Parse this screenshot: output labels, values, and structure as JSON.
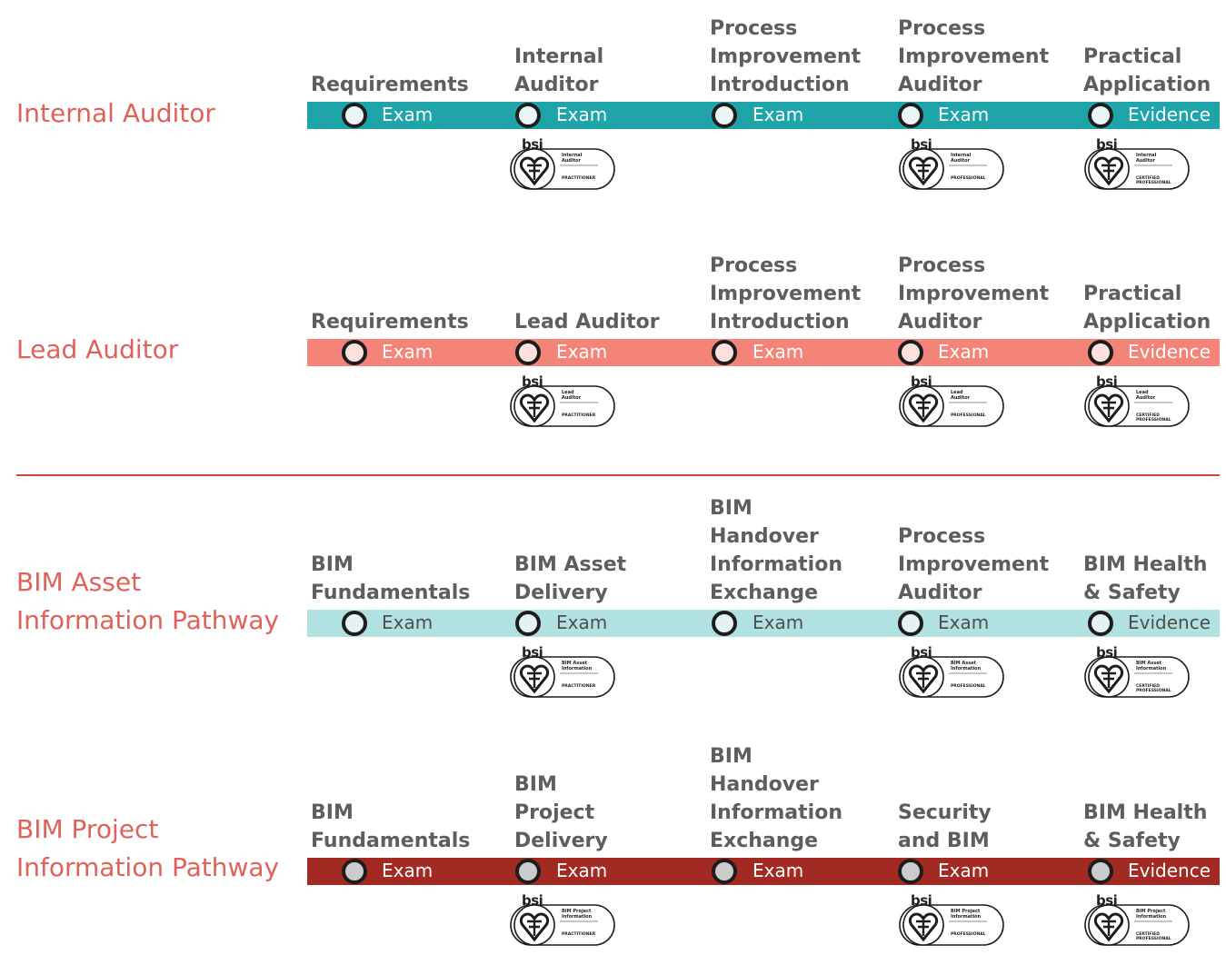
{
  "colors": {
    "title": "#e0615a",
    "step_text": "#5e5e5e",
    "divider": "#c2473f",
    "node_border": "#1d1d1d"
  },
  "pathways": [
    {
      "title": "Internal Auditor",
      "bar_color": "#1fa5a9",
      "node_fill": "#e9f4f4",
      "label_color": "#ffffff",
      "steps": [
        {
          "title": "Requirements",
          "label": "Exam",
          "badge": null
        },
        {
          "title": "Internal\nAuditor",
          "label": "Exam",
          "badge": {
            "name": "Internal\nAuditor",
            "level": "PRACTITIONER"
          }
        },
        {
          "title": "Process\nImprovement\nIntroduction",
          "label": "Exam",
          "badge": null
        },
        {
          "title": "Process\nImprovement\nAuditor",
          "label": "Exam",
          "badge": {
            "name": "Internal\nAuditor",
            "level": "PROFESSIONAL"
          }
        },
        {
          "title": "Practical\nApplication",
          "label": "Evidence",
          "badge": {
            "name": "Internal\nAuditor",
            "level": "CERTIFIED\nPROFESSIONAL"
          }
        }
      ]
    },
    {
      "title": "Lead Auditor",
      "bar_color": "#f58478",
      "node_fill": "#fbe0dc",
      "label_color": "#ffffff",
      "steps": [
        {
          "title": "Requirements",
          "label": "Exam",
          "badge": null
        },
        {
          "title": "Lead Auditor",
          "label": "Exam",
          "badge": {
            "name": "Lead\nAuditor",
            "level": "PRACTITIONER"
          }
        },
        {
          "title": "Process\nImprovement\nIntroduction",
          "label": "Exam",
          "badge": null
        },
        {
          "title": "Process\nImprovement\nAuditor",
          "label": "Exam",
          "badge": {
            "name": "Lead\nAuditor",
            "level": "PROFESSIONAL"
          }
        },
        {
          "title": "Practical\nApplication",
          "label": "Evidence",
          "badge": {
            "name": "Lead\nAuditor",
            "level": "CERTIFIED\nPROFESSIONAL"
          }
        }
      ]
    },
    {
      "title": "BIM Asset\nInformation Pathway",
      "bar_color": "#b2e1e2",
      "node_fill": "#e4f2f2",
      "label_color": "#4d4d4d",
      "steps": [
        {
          "title": "BIM\nFundamentals",
          "label": "Exam",
          "badge": null
        },
        {
          "title": "BIM Asset\nDelivery",
          "label": "Exam",
          "badge": {
            "name": "BIM Asset\nInformation",
            "level": "PRACTITIONER"
          }
        },
        {
          "title": "BIM\nHandover\nInformation\nExchange",
          "label": "Exam",
          "badge": null
        },
        {
          "title": "Process\nImprovement\nAuditor",
          "label": "Exam",
          "badge": {
            "name": "BIM Asset\nInformation",
            "level": "PROFESSIONAL"
          }
        },
        {
          "title": "BIM Health\n& Safety",
          "label": "Evidence",
          "badge": {
            "name": "BIM Asset\nInformation",
            "level": "CERTIFIED\nPROFESSIONAL"
          }
        }
      ]
    },
    {
      "title": "BIM Project\nInformation Pathway",
      "bar_color": "#a32a22",
      "node_fill": "#cccccc",
      "label_color": "#ffffff",
      "steps": [
        {
          "title": "BIM\nFundamentals",
          "label": "Exam",
          "badge": null
        },
        {
          "title": "BIM\nProject\nDelivery",
          "label": "Exam",
          "badge": {
            "name": "BIM Project\nInformation",
            "level": "PRACTITIONER"
          }
        },
        {
          "title": "BIM\nHandover\nInformation\nExchange",
          "label": "Exam",
          "badge": null
        },
        {
          "title": "Security\nand BIM",
          "label": "Exam",
          "badge": {
            "name": "BIM Project\nInformation",
            "level": "PROFESSIONAL"
          }
        },
        {
          "title": "BIM Health\n& Safety",
          "label": "Evidence",
          "badge": {
            "name": "BIM Project\nInformation",
            "level": "CERTIFIED\nPROFESSIONAL"
          }
        }
      ]
    }
  ],
  "badge_brand": "bsi"
}
